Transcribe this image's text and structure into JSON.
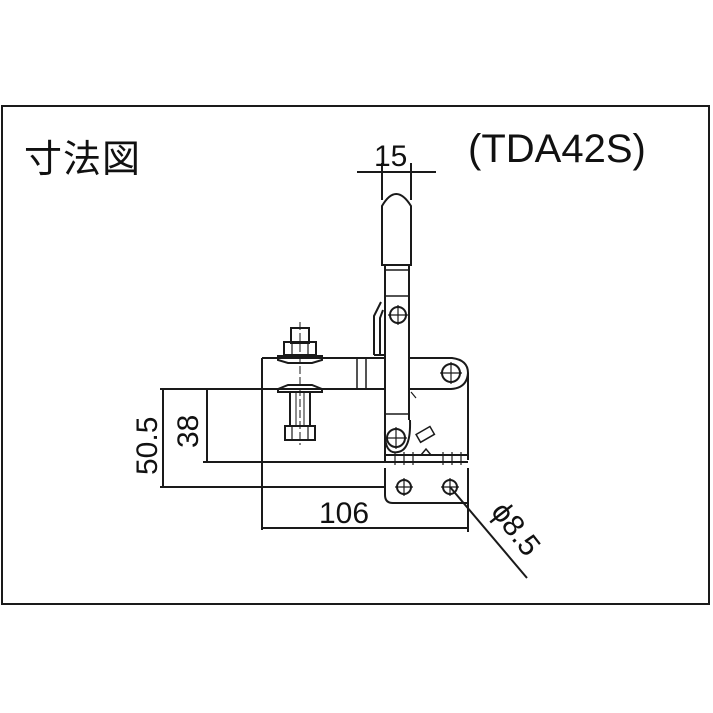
{
  "drawing": {
    "title": "寸法図",
    "model": "(TDA42S)",
    "line_color": "#1a1a1a",
    "background": "#ffffff"
  },
  "dimensions": {
    "handle_width": "15",
    "total_height": "50.5",
    "clamp_height": "38",
    "total_length": "106",
    "hole_diameter": "ϕ8.5"
  }
}
